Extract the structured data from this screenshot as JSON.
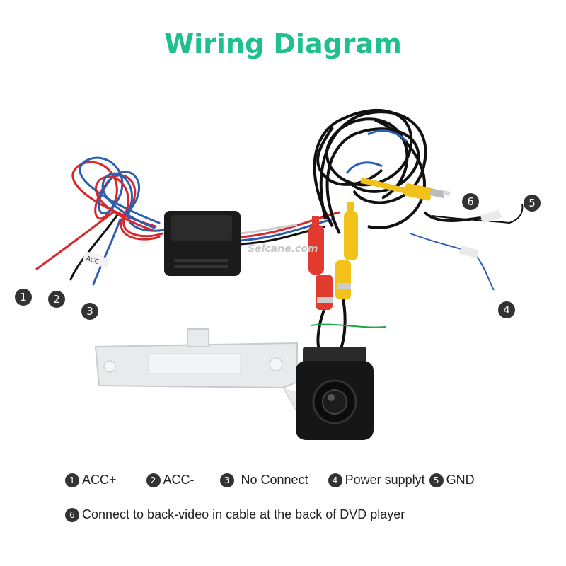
{
  "title": "Wiring Diagram",
  "watermark": "Seicane.com",
  "wire_labels": {
    "acc": "ACC"
  },
  "callouts": [
    "1",
    "2",
    "3",
    "4",
    "5",
    "6"
  ],
  "legend": {
    "row1": [
      {
        "num": "1",
        "text": "ACC+"
      },
      {
        "num": "2",
        "text": "ACC-"
      },
      {
        "num": "3",
        "text": "No Connect"
      },
      {
        "num": "4",
        "text": "Power supplyt"
      },
      {
        "num": "5",
        "text": "GND"
      }
    ],
    "row2": [
      {
        "num": "6",
        "text": "Connect to back-video in cable at the back of DVD player"
      }
    ]
  },
  "colors": {
    "title": "#1fbf8f",
    "wire_red": "#d9262b",
    "wire_blue": "#2b5fb3",
    "wire_black": "#111111",
    "rca_red": "#e23a2f",
    "rca_yellow": "#f2c21b",
    "callout_fill": "#333333"
  }
}
